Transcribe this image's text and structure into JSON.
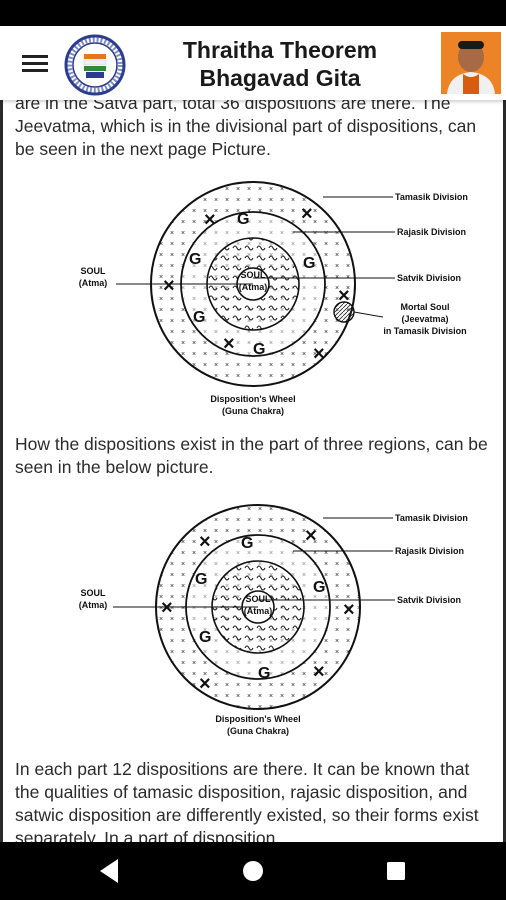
{
  "app": {
    "title_line1": "Thraitha Theorem",
    "title_line2": "Bhagavad Gita"
  },
  "content": {
    "para1": "are in the Satva part, total 36 dispositions are there. The Jeevatma, which is in the divisional part of dispositions, can be seen in the next page Picture.",
    "para2": "How the dispositions exist in the part of three regions, can be seen in the below picture.",
    "para3": "In each part 12 dispositions are there. It can be known that the qualities of tamasic disposition, rajasic disposition, and satwic disposition are differently existed, so their forms exist separately. In a part of disposition,"
  },
  "diagram1": {
    "tamasik": "Tamasik Division",
    "rajasik": "Rajasik Division",
    "satvik": "Satvik Division",
    "soul_outer_1": "SOUL",
    "soul_outer_2": "(Atma)",
    "soul_inner_1": "SOUL",
    "soul_inner_2": "(Atma)",
    "mortal_1": "Mortal Soul",
    "mortal_2": "(Jeevatma)",
    "mortal_3": "in Tamasik Division",
    "caption_1": "Disposition's Wheel",
    "caption_2": "(Guna Chakra)"
  },
  "diagram2": {
    "tamasik": "Tamasik Division",
    "rajasik": "Rajasik Division",
    "satvik": "Satvik Division",
    "soul_outer_1": "SOUL",
    "soul_outer_2": "(Atma)",
    "soul_inner_1": "SOUL",
    "soul_inner_2": "(Atma)",
    "caption_1": "Disposition's Wheel",
    "caption_2": "(Guna Chakra)"
  },
  "colors": {
    "logo_blue": "#2a3d8f",
    "avatar_bg": "#e8741c",
    "bars": "#000000"
  },
  "icons": {
    "menu": "hamburger-icon",
    "back": "back-triangle-icon",
    "home": "home-circle-icon",
    "recent": "recent-square-icon"
  }
}
